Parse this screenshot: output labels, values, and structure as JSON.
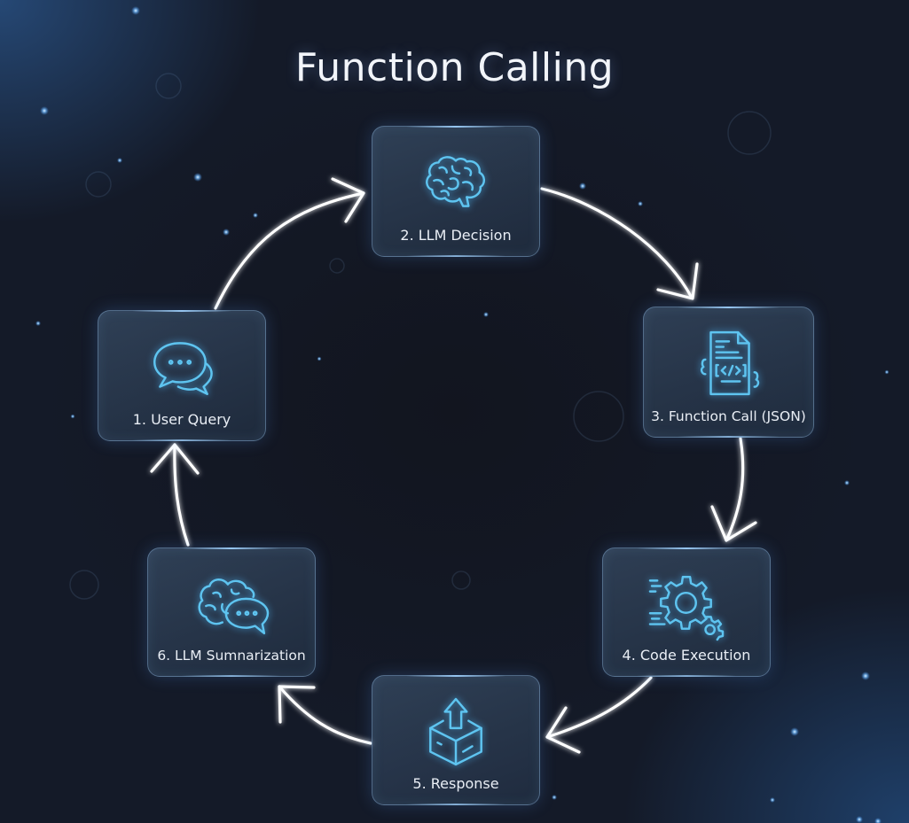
{
  "title": "Function Calling",
  "colors": {
    "background": "#12151f",
    "accent_icon": "#5ec4f0",
    "arrow": "#ffffff",
    "node_border": "#8cb4dc",
    "text": "#e9eef5"
  },
  "nodes": [
    {
      "step": 1,
      "label": "1. User Query",
      "icon": "chat-bubbles-icon"
    },
    {
      "step": 2,
      "label": "2. LLM Decision",
      "icon": "brain-icon"
    },
    {
      "step": 3,
      "label": "3. Function Call (JSON)",
      "icon": "code-document-icon"
    },
    {
      "step": 4,
      "label": "4. Code Execution",
      "icon": "gears-icon"
    },
    {
      "step": 5,
      "label": "5. Response",
      "icon": "box-upload-icon"
    },
    {
      "step": 6,
      "label": "6. LLM Sumnarization",
      "icon": "brain-chat-icon"
    }
  ],
  "flow": [
    {
      "from": 1,
      "to": 2
    },
    {
      "from": 2,
      "to": 3
    },
    {
      "from": 3,
      "to": 4
    },
    {
      "from": 4,
      "to": 5
    },
    {
      "from": 5,
      "to": 6
    },
    {
      "from": 6,
      "to": 1
    }
  ]
}
